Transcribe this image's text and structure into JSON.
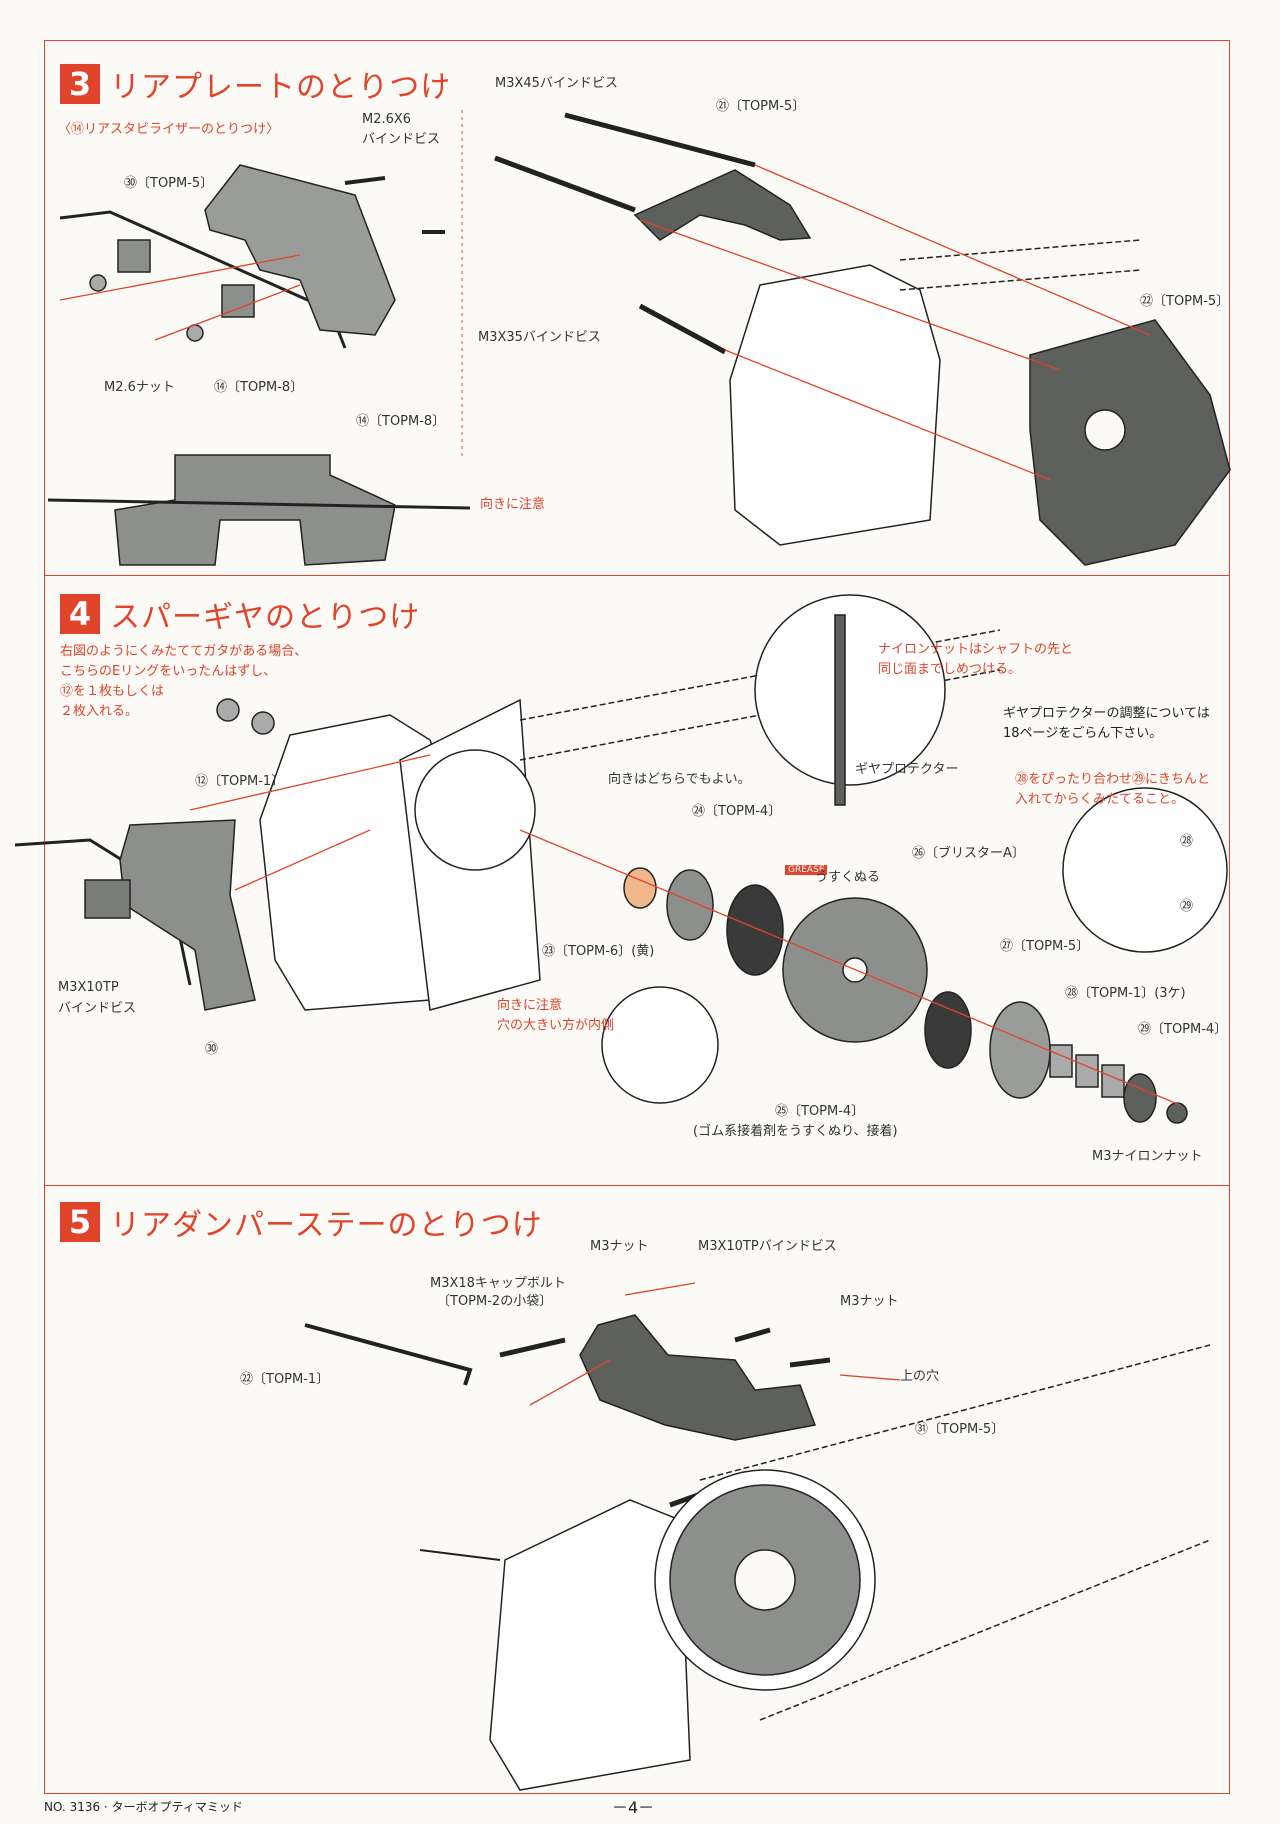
{
  "sections": {
    "s3": {
      "number": "3",
      "title": "リアプレートのとりつけ",
      "sub": "〈⑭リアスタビライザーのとりつけ〉",
      "labels": {
        "screw_m26x6": "M2.6X6",
        "screw_m26_sub": "バインドビス",
        "part30": "㉚〔TOPM-5〕",
        "nut_m26": "M2.6ナット",
        "part146": "⑭〔TOPM-8〕",
        "part144": "⑭〔TOPM-8〕",
        "m3x45": "M3X45バインドビス",
        "part21": "㉑〔TOPM-5〕",
        "m3x35": "M3X35バインドビス",
        "part22": "㉒〔TOPM-5〕",
        "caution": "向きに注意"
      }
    },
    "s4": {
      "number": "4",
      "title": "スパーギヤのとりつけ",
      "note_lines": [
        "右図のようにくみたててガタがある場合、",
        "こちらのEリングをいったんはずし、",
        "⑫を１枚もしくは",
        "２枚入れる。"
      ],
      "labels": {
        "part125": "⑫〔TOPM-1〕",
        "m3x10": "M3X10TP",
        "m3x10_sub": "バインドビス",
        "part30": "㉚",
        "nylon_note1": "ナイロンナットはシャフトの先と",
        "nylon_note2": "同じ面までしめつける。",
        "protector": "ギヤプロテクター",
        "adjust1": "ギヤプロテクターの調整については",
        "adjust2": "18ページをごらん下さい。",
        "either": "向きはどちらでもよい。",
        "part24": "㉔〔TOPM-4〕",
        "part26": "㉖〔ブリスターA〕",
        "grease": "GREASE",
        "grease_note": "うすくぬる",
        "fit1": "㉘をぴったり合わせ㉙にきちんと",
        "fit2": "入れてからくみたてること。",
        "part28": "㉘",
        "part29": "㉙",
        "part23": "㉓〔TOPM-6〕(黄)",
        "part27": "㉗〔TOPM-5〕",
        "part28b": "㉘〔TOPM-1〕(3ケ)",
        "part29b": "㉙〔TOPM-4〕",
        "caution1": "向きに注意",
        "caution2": "穴の大きい方が内側",
        "part25": "㉕〔TOPM-4〕",
        "glue": "(ゴム系接着剤をうすくぬり、接着)",
        "nylon_nut": "M3ナイロンナット"
      }
    },
    "s5": {
      "number": "5",
      "title": "リアダンパーステーのとりつけ",
      "labels": {
        "m3nut1": "M3ナット",
        "m3x10tp": "M3X10TPバインドビス",
        "m3x18": "M3X18キャップボルト",
        "m3x18_sub": "〔TOPM-2の小袋〕",
        "part62": "㉒〔TOPM-1〕",
        "m3nut2": "M3ナット",
        "upper": "上の穴",
        "part31": "㉛〔TOPM-5〕"
      }
    }
  },
  "footer": {
    "code": "NO. 3136 · ターボオプティマミッド",
    "page": "－4－"
  },
  "colors": {
    "accent": "#e0442a",
    "ink": "#222222",
    "part": "#8d8f8c"
  }
}
